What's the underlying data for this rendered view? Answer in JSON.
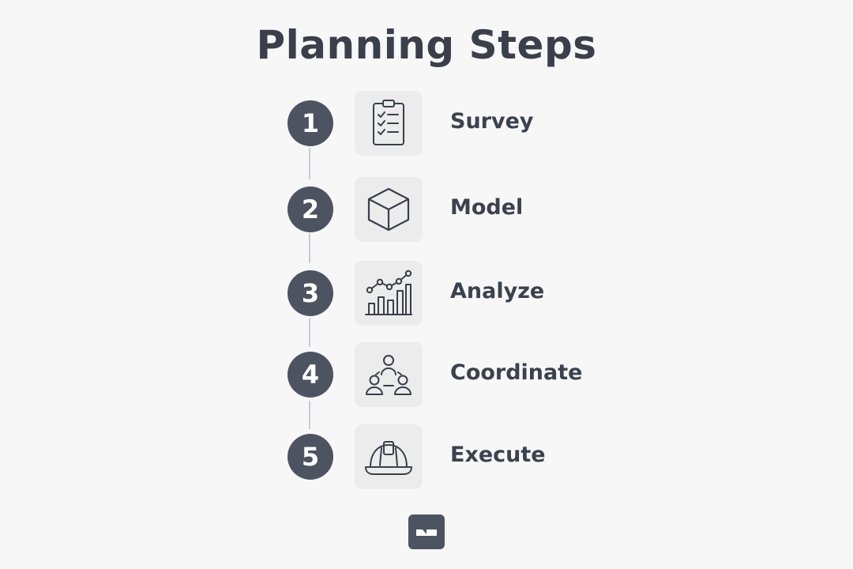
{
  "title": "Planning Steps",
  "steps": [
    {
      "number": "1",
      "label": "Survey",
      "icon": "clipboard-checklist-icon"
    },
    {
      "number": "2",
      "label": "Model",
      "icon": "cube-icon"
    },
    {
      "number": "3",
      "label": "Analyze",
      "icon": "bar-line-chart-icon"
    },
    {
      "number": "4",
      "label": "Coordinate",
      "icon": "team-network-icon"
    },
    {
      "number": "5",
      "label": "Execute",
      "icon": "hard-hat-icon"
    }
  ],
  "colors": {
    "background": "#f7f7f8",
    "badge": "#4d5360",
    "tile": "#ececed",
    "text": "#3c424d",
    "connector": "#c9cbd0"
  },
  "logo": {
    "icon": "brand-logo-icon"
  }
}
